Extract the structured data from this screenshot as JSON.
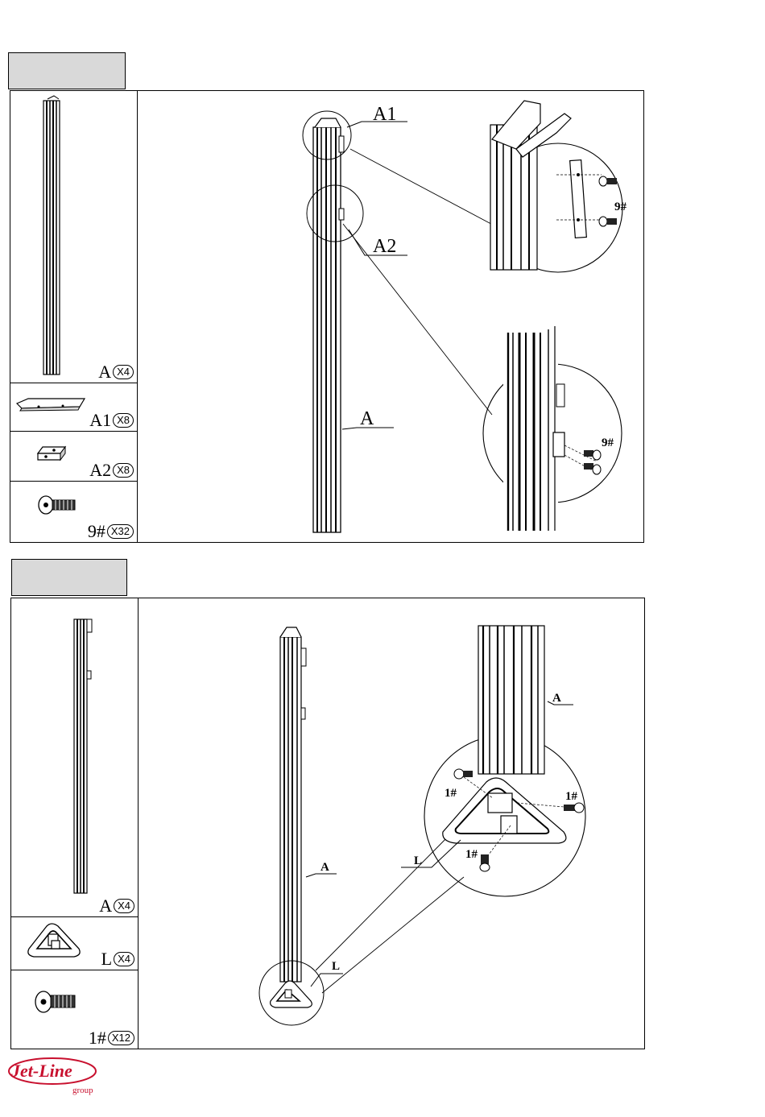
{
  "step1": {
    "parts": [
      {
        "id": "A",
        "qty": "X4"
      },
      {
        "id": "A1",
        "qty": "X8"
      },
      {
        "id": "A2",
        "qty": "X8"
      },
      {
        "id": "9#",
        "qty": "X32"
      }
    ],
    "callouts": {
      "a1": "A1",
      "a2": "A2",
      "a": "A",
      "screw_top": "9#",
      "screw_bottom": "9#"
    }
  },
  "step2": {
    "parts": [
      {
        "id": "A",
        "qty": "X4"
      },
      {
        "id": "L",
        "qty": "X4"
      },
      {
        "id": "1#",
        "qty": "X12"
      }
    ],
    "callouts": {
      "a_left": "A",
      "l_left": "L",
      "a_right": "A",
      "l_right": "L",
      "screw_left": "1#",
      "screw_right": "1#",
      "screw_bottom": "1#"
    }
  },
  "logo": {
    "brand": "Jet-Line",
    "sub": "group"
  },
  "colors": {
    "tab": "#d9d9d9",
    "line": "#000000",
    "logo": "#c8102e"
  }
}
